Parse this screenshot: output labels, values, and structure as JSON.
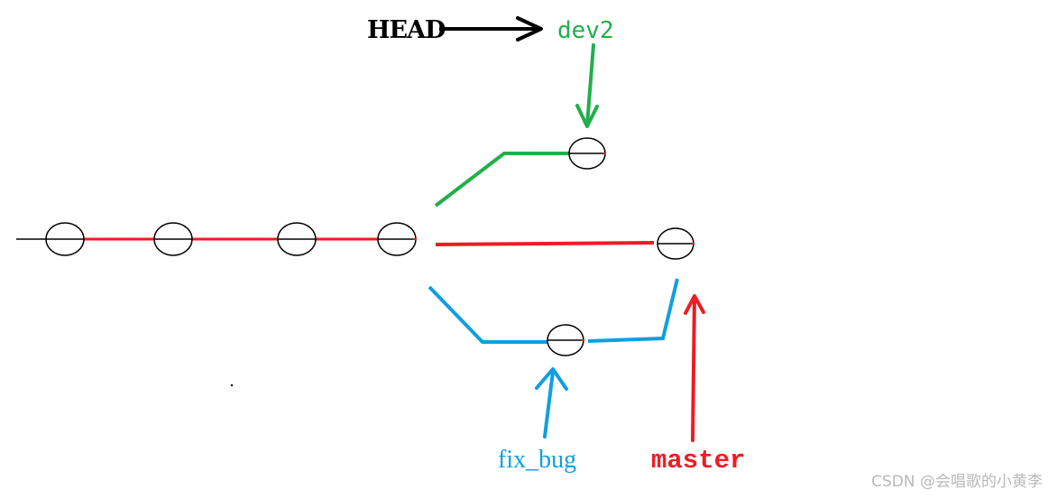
{
  "labels": {
    "head": "HEAD",
    "dev2": "dev2",
    "fix_bug": "fix_bug",
    "master": "master"
  },
  "watermark": "CSDN @会唱歌的小黄李",
  "colors": {
    "head": "#000000",
    "dev2": "#1fb04a",
    "fix_bug": "#0f9fe0",
    "master": "#ee1c24",
    "node_stroke": "#000000"
  }
}
